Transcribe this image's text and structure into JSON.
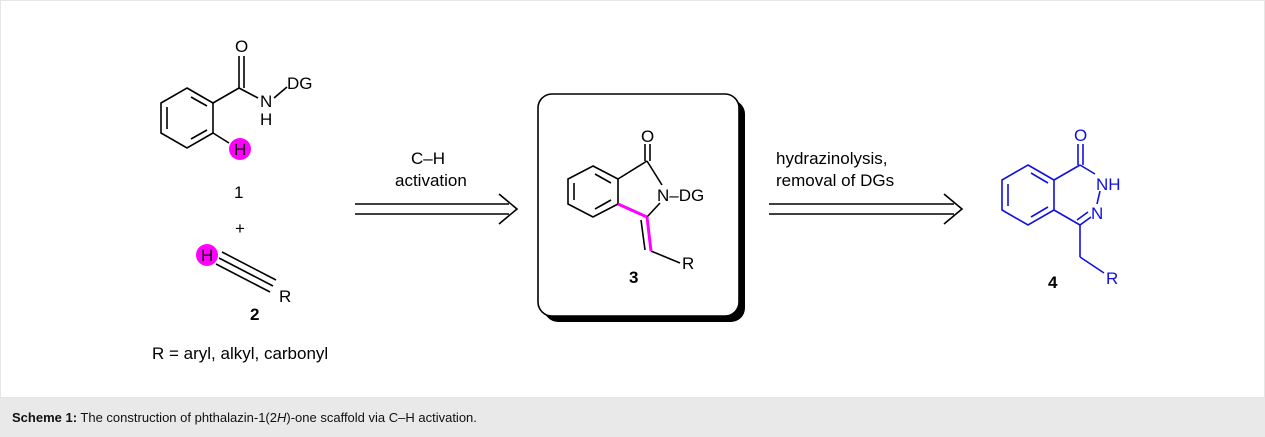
{
  "colors": {
    "black": "#000000",
    "highlight": "#ff00ff",
    "product": "#1010e0",
    "caption_bg": "#e9e9e9"
  },
  "atoms": {
    "O": "O",
    "N": "N",
    "H": "H",
    "DG": "DG",
    "R": "R",
    "NH": "NH",
    "N_DG": "N–DG"
  },
  "compounds": {
    "c1": "1",
    "c2": "2",
    "c3": "3",
    "c4": "4"
  },
  "plus": "+",
  "r_definition": "R = aryl, alkyl, carbonyl",
  "arrow1": {
    "line1": "C–H",
    "line2": "activation"
  },
  "arrow2": {
    "line1": "hydrazinolysis,",
    "line2": "removal of DGs"
  },
  "caption": {
    "label": "Scheme 1:",
    "text_a": " The construction of phthalazin-1(2",
    "italic": "H",
    "text_b": ")-one scaffold via C–H activation."
  }
}
